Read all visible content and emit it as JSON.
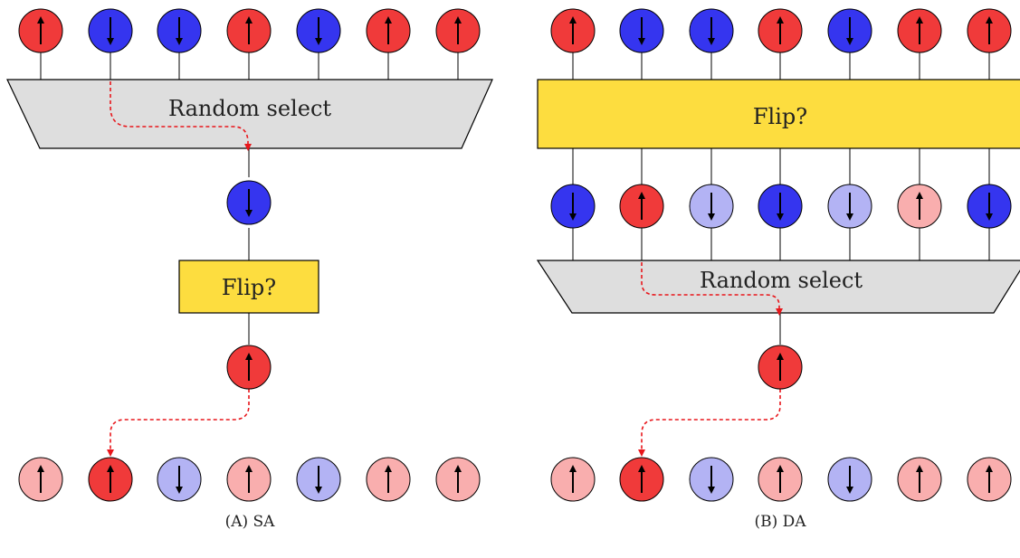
{
  "colors": {
    "up_strong": "#f03a3a",
    "down_strong": "#3535ef",
    "up_faded": "#f9aeae",
    "down_faded": "#b3b3f4",
    "selector_fill": "#dedede",
    "flip_fill": "#fddd3f",
    "path_color": "#e8161b"
  },
  "panel_a": {
    "selector_label": "Random select",
    "flip_label": "Flip?",
    "caption": "(A) SA",
    "input_spins": [
      "up",
      "down",
      "down",
      "up",
      "down",
      "up",
      "up"
    ],
    "selected_index": 1,
    "selected_spin": "down",
    "flipped_spin": "up",
    "output_spins": [
      "up",
      "up",
      "down",
      "up",
      "down",
      "up",
      "up"
    ],
    "output_highlight_index": 1
  },
  "panel_b": {
    "flip_label": "Flip?",
    "selector_label": "Random select",
    "caption": "(B) DA",
    "input_spins": [
      "up",
      "down",
      "down",
      "up",
      "down",
      "up",
      "up"
    ],
    "trial_spins": [
      "down",
      "up",
      "down",
      "down",
      "down",
      "up",
      "down"
    ],
    "trial_strong": [
      true,
      true,
      false,
      true,
      false,
      false,
      true
    ],
    "selected_index": 1,
    "selected_spin": "up",
    "output_spins": [
      "up",
      "up",
      "down",
      "up",
      "down",
      "up",
      "up"
    ],
    "output_highlight_index": 1
  }
}
